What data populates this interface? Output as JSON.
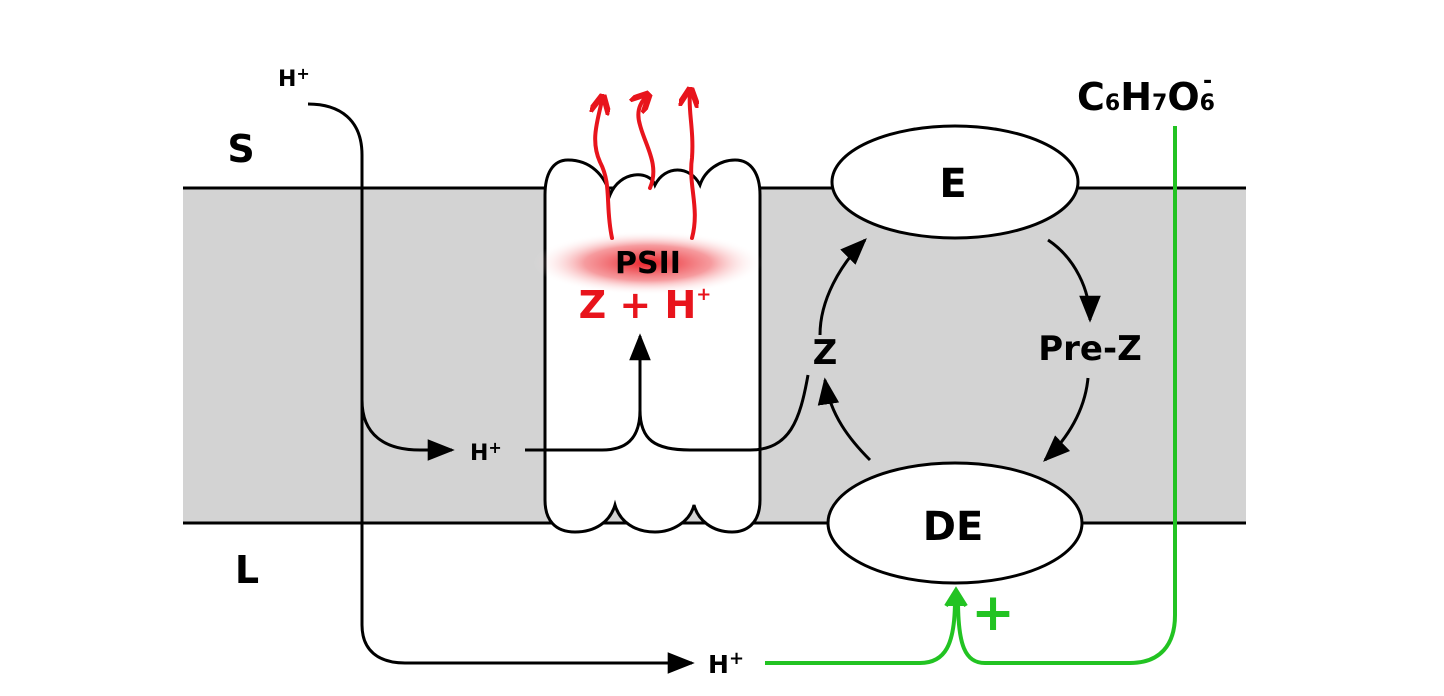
{
  "labels": {
    "stroma": "S",
    "lumen": "L",
    "enzyme_top": "E",
    "enzyme_bottom": "DE",
    "pre_z": "Pre-Z",
    "z": "Z",
    "psii": "PSII",
    "psii_product": "Z + H",
    "psii_product_sup": "+",
    "proton": "H",
    "proton_sup": "+",
    "ascorbate_parts": [
      "C",
      "6",
      "H",
      "7",
      "O",
      "6",
      "-"
    ],
    "plus_sign": "+"
  },
  "colors": {
    "membrane": "#d3d3d3",
    "line": "#000000",
    "psii_heat": "#e8141c",
    "ascorbate_path": "#22c322",
    "background": "#ffffff"
  }
}
